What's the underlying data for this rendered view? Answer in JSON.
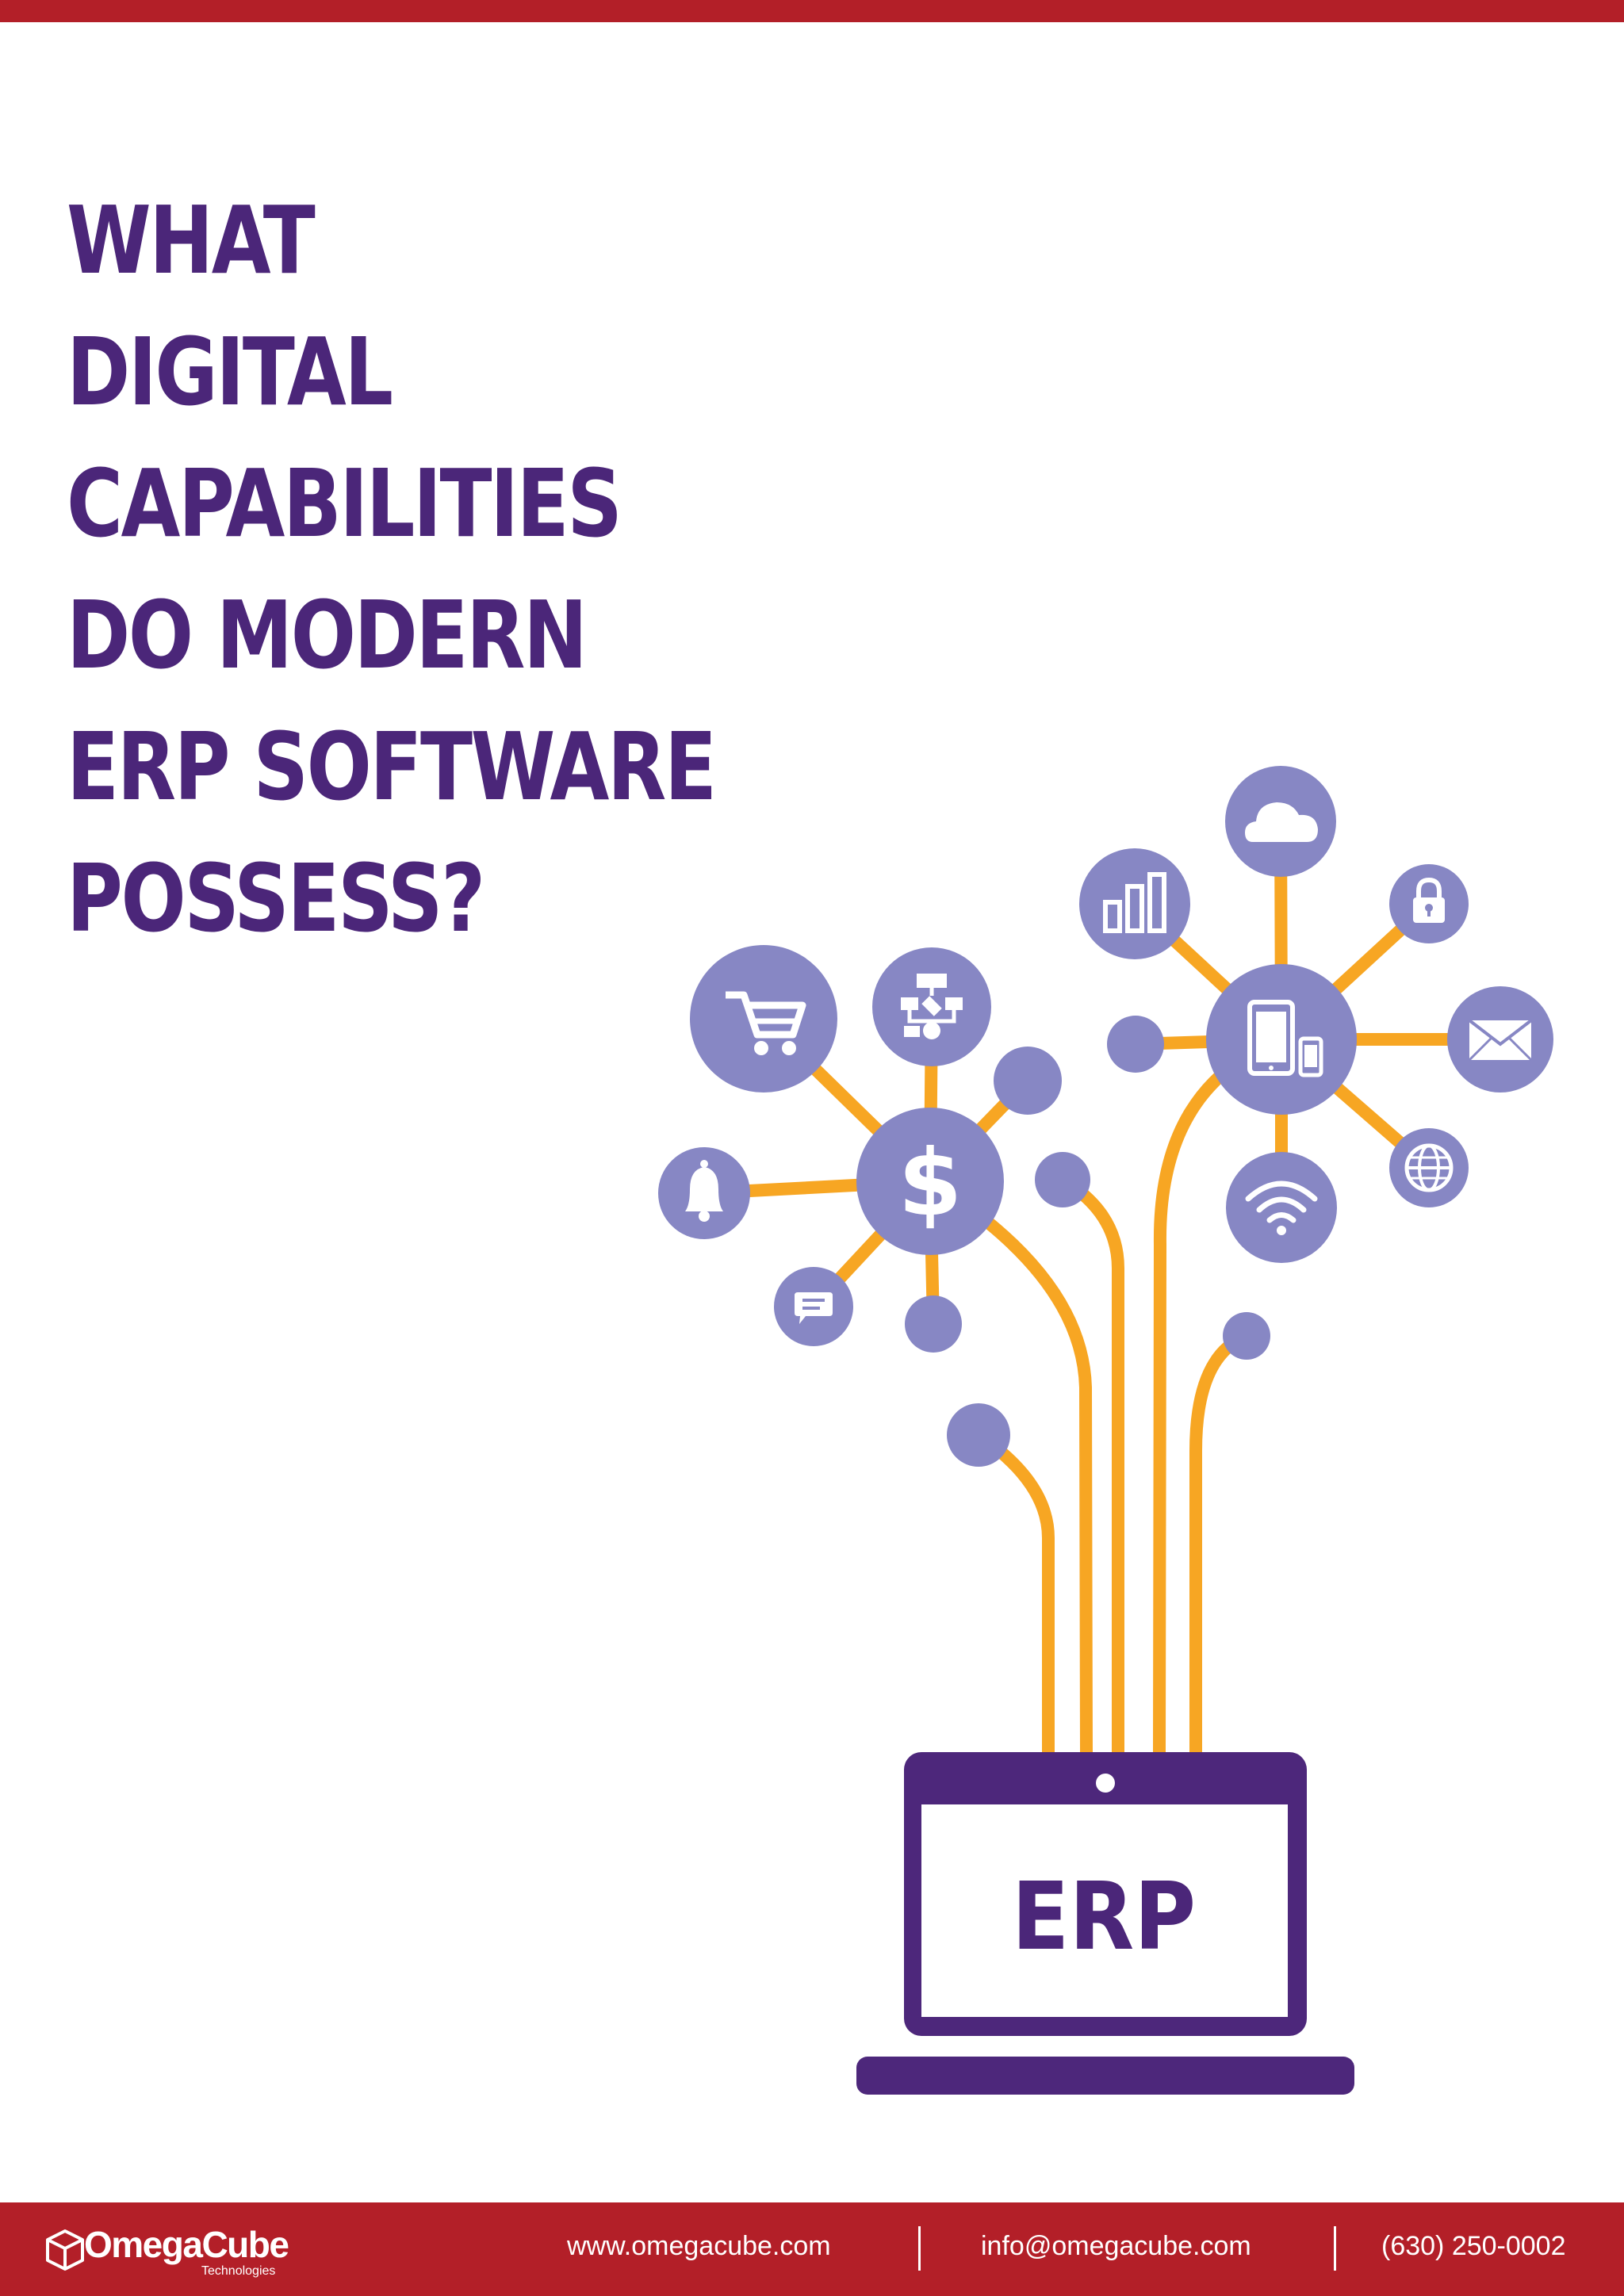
{
  "header": {
    "title_lines": [
      "WHAT",
      "DIGITAL",
      "CAPABILITIES",
      "DO MODERN",
      "ERP SOFTWARE",
      "POSSESS?"
    ]
  },
  "illustration": {
    "screen_label": "ERP",
    "icons": [
      "shopping-cart-icon",
      "flowchart-icon",
      "dollar-icon",
      "bell-icon",
      "chat-icon",
      "bar-chart-icon",
      "cloud-icon",
      "lock-icon",
      "tablet-phone-icon",
      "mail-icon",
      "globe-icon",
      "wifi-icon"
    ]
  },
  "footer": {
    "brand": "OmegaCube",
    "brand_sub": "Technologies",
    "website": "www.omegacube.com",
    "email": "info@omegacube.com",
    "phone": "(630) 250-0002"
  },
  "colors": {
    "accent_red": "#b31f28",
    "title_purple": "#4b2679",
    "node_purple": "#8787c4",
    "wire_orange": "#f7a623",
    "laptop_purple": "#4d277b"
  }
}
